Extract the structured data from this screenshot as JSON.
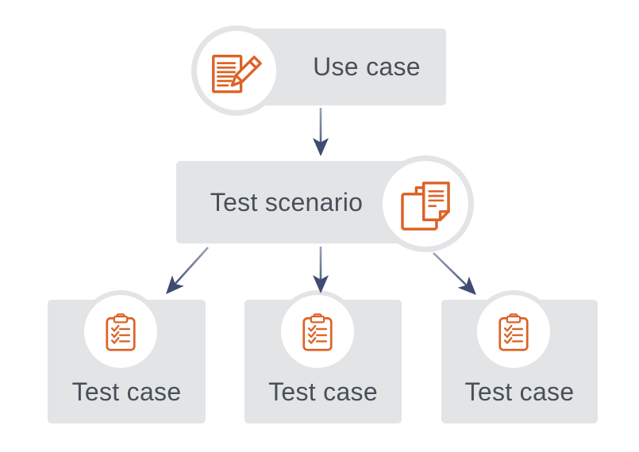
{
  "colors": {
    "accent_orange": "#dc6327",
    "box_gray": "#e3e4e6",
    "arrow_navy": "#3f4c72",
    "arrow_light": "#9aa3b6",
    "text_color": "#475059",
    "circle_fill": "#ffffff"
  },
  "diagram": {
    "use_case": {
      "label": "Use case",
      "icon": "document-pencil-icon"
    },
    "test_scenario": {
      "label": "Test scenario",
      "icon": "stacked-documents-icon"
    },
    "test_cases": [
      {
        "label": "Test case",
        "icon": "clipboard-checklist-icon"
      },
      {
        "label": "Test case",
        "icon": "clipboard-checklist-icon"
      },
      {
        "label": "Test case",
        "icon": "clipboard-checklist-icon"
      }
    ],
    "connections": [
      {
        "from": "use_case",
        "to": "test_scenario"
      },
      {
        "from": "test_scenario",
        "to": "test_case_1"
      },
      {
        "from": "test_scenario",
        "to": "test_case_2"
      },
      {
        "from": "test_scenario",
        "to": "test_case_3"
      }
    ]
  }
}
